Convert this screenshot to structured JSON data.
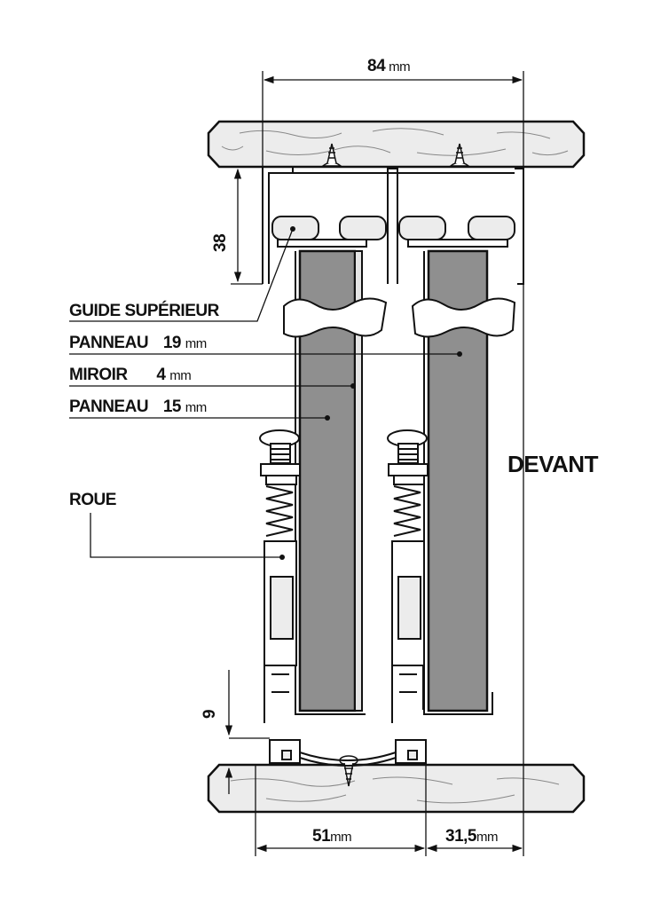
{
  "dimensions": {
    "overall_width": {
      "value": "84",
      "unit": "mm"
    },
    "top_track_height": {
      "value": "38"
    },
    "bottom_clearance": {
      "value": "9"
    },
    "bottom_left_width": {
      "value": "51",
      "unit": "mm"
    },
    "bottom_right_width": {
      "value": "31,5",
      "unit": "mm"
    }
  },
  "callouts": {
    "guide": {
      "label": "GUIDE SUPÉRIEUR"
    },
    "panneau19": {
      "label": "PANNEAU",
      "value": "19",
      "unit": "mm"
    },
    "miroir": {
      "label": "MIROIR",
      "value": "4",
      "unit": "mm"
    },
    "panneau15": {
      "label": "PANNEAU",
      "value": "15",
      "unit": "mm"
    },
    "roue": {
      "label": "ROUE"
    }
  },
  "side_label": "DEVANT",
  "colors": {
    "panel": "#8f8f8f",
    "wood": "#e9e9e9",
    "line": "#111111",
    "wheel": "#ececec"
  }
}
